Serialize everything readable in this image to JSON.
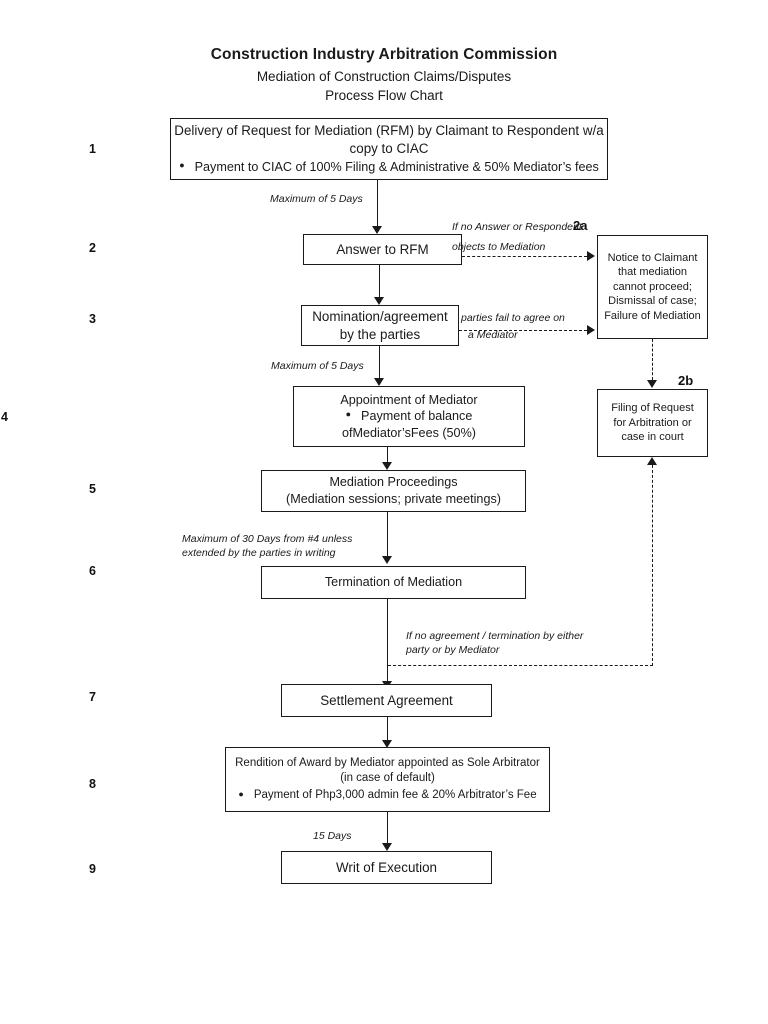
{
  "header": {
    "title": "Construction Industry Arbitration Commission",
    "subtitle1": "Mediation of Construction Claims/Disputes",
    "subtitle2": "Process Flow Chart"
  },
  "step_numbers": {
    "s1": "1",
    "s2": "2",
    "s3": "3",
    "s4": "4",
    "s5": "5",
    "s6": "6",
    "s7": "7",
    "s8": "8",
    "s9": "9"
  },
  "markers": {
    "m2a": "2a",
    "m2b": "2b"
  },
  "boxes": {
    "b1": {
      "line1": "Delivery of Request for Mediation (RFM) by Claimant to Respondent w/a",
      "line2": "copy to CIAC",
      "bullet1": "Payment to CIAC of 100% Filing & Administrative & 50% Mediator’s fees"
    },
    "b2": {
      "line1": "Answer to RFM"
    },
    "b3": {
      "line1": "Nomination/agreement",
      "line2": "by the parties"
    },
    "b4": {
      "line1": "Appointment of Mediator",
      "bullet1a": "Payment of balance",
      "bullet1b": "ofMediator’sFees (50%)"
    },
    "b5": {
      "line1": "Mediation Proceedings",
      "line2": "(Mediation sessions; private meetings)"
    },
    "b6": {
      "line1": "Termination of Mediation"
    },
    "b7": {
      "line1": "Settlement Agreement"
    },
    "b8": {
      "line1": "Rendition of Award by Mediator appointed as Sole Arbitrator",
      "line2": "(in case of default)",
      "bullet1": "Payment of Php3,000 admin fee & 20% Arbitrator’s Fee"
    },
    "b9": {
      "line1": "Writ of Execution"
    },
    "b2a": {
      "line1": "Notice to Claimant",
      "line2": "that mediation",
      "line3": "cannot proceed;",
      "line4": "Dismissal of case;",
      "line5": "Failure of Mediation"
    },
    "b2b": {
      "line1": "Filing of Request",
      "line2": "for Arbitration or",
      "line3": "case in court"
    }
  },
  "notes": {
    "n_max5_a": "Maximum of 5 Days",
    "n_no_answer_l1": "If no Answer or Respondent",
    "n_no_answer_l2": "objects to Mediation",
    "n_fail_agree_l1": "parties fail to agree on",
    "n_fail_agree_l2": "a Mediator",
    "n_max5_b": "Maximum of 5 Days",
    "n_max30_l1": "Maximum of 30 Days from #4 unless",
    "n_max30_l2": "extended by the parties in writing",
    "n_no_agreement_l1": "If no agreement / termination by either",
    "n_no_agreement_l2": "party or by Mediator",
    "n_15days": "15 Days"
  },
  "colors": {
    "ink": "#1a1a1a",
    "background": "#ffffff"
  }
}
